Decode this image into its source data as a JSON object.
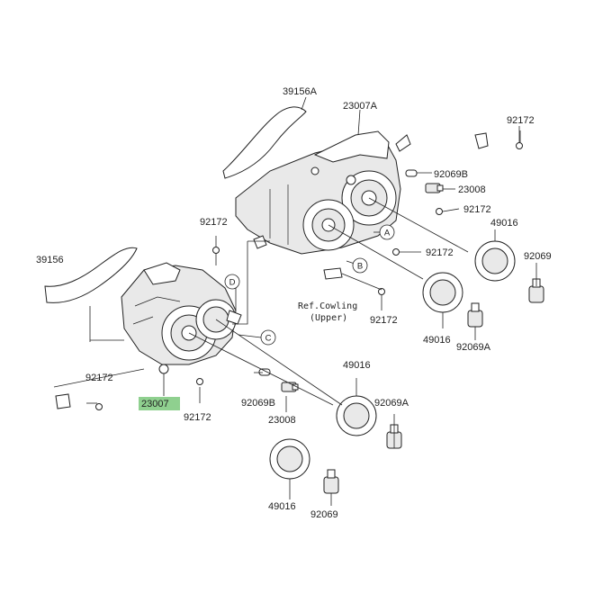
{
  "labels": {
    "top_rubber": "39156A",
    "top_headlight": "23007A",
    "top_screw_right": "92172",
    "top_bulb_small": "92069B",
    "top_socket": "23008",
    "top_screw_mid": "92172",
    "left_rubber": "39156",
    "screw_left_upper": "92172",
    "screw_center": "92172",
    "seal_top_right": "49016",
    "bulb_top_right": "92069",
    "seal_center": "49016",
    "bulb_center": "92069A",
    "screw_lower_left": "92172",
    "main_headlight": "23007",
    "screw_lower": "92172",
    "bulb_small_low": "92069B",
    "socket_low": "23008",
    "seal_low_right": "49016",
    "bulb_low_right": "92069A",
    "seal_bottom": "49016",
    "bulb_bottom": "92069",
    "screw_ref": "92172",
    "ref_line1": "Ref.Cowling",
    "ref_line2": "(Upper)"
  },
  "callouts": {
    "a": "A",
    "b": "B",
    "c": "C",
    "d": "D"
  },
  "colors": {
    "highlight": "#8fd08f",
    "line": "#222222"
  }
}
